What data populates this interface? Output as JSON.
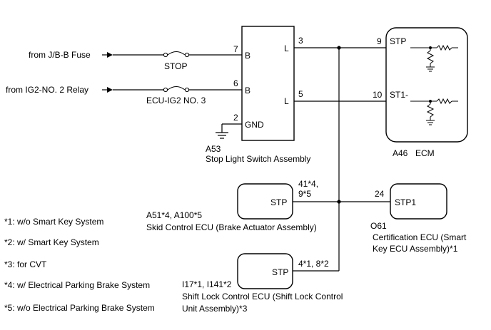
{
  "sources": {
    "jb_fuse": "from J/B-B Fuse",
    "ig2_relay": "from IG2-NO. 2 Relay"
  },
  "fuses": {
    "stop": "STOP",
    "ecu_ig2": "ECU-IG2 NO. 3"
  },
  "switch": {
    "code": "A53",
    "name": "Stop Light Switch Assembly",
    "pins": {
      "p7": "7",
      "b7": "B",
      "p6": "6",
      "b6": "B",
      "p2": "2",
      "gnd": "GND",
      "l_top": "L",
      "p3": "3",
      "l_bot": "L",
      "p5": "5"
    }
  },
  "ecm": {
    "code": "A46",
    "name": "ECM",
    "pins": {
      "p9": "9",
      "stp": "STP",
      "p10": "10",
      "st1": "ST1-"
    }
  },
  "skid": {
    "code": "A51*4, A100*5",
    "name": "Skid Control ECU (Brake Actuator Assembly)",
    "terminal": "STP",
    "pin_a": "41*4,",
    "pin_b": "9*5"
  },
  "shift": {
    "code": "I17*1, I141*2",
    "name_line1": "Shift Lock Control ECU (Shift Lock Control",
    "name_line2": "Unit Assembly)*3",
    "terminal": "STP",
    "pins": "4*1, 8*2"
  },
  "cert": {
    "code": "O61",
    "name_line1": "Certification ECU (Smart",
    "name_line2": "Key ECU Assembly)*1",
    "terminal": "STP1",
    "pin": "24"
  },
  "notes": [
    "*1: w/o Smart Key System",
    "*2: w/ Smart Key System",
    "*3: for CVT",
    "*4: w/ Electrical Parking Brake System",
    "*5: w/o Electrical Parking Brake System"
  ]
}
